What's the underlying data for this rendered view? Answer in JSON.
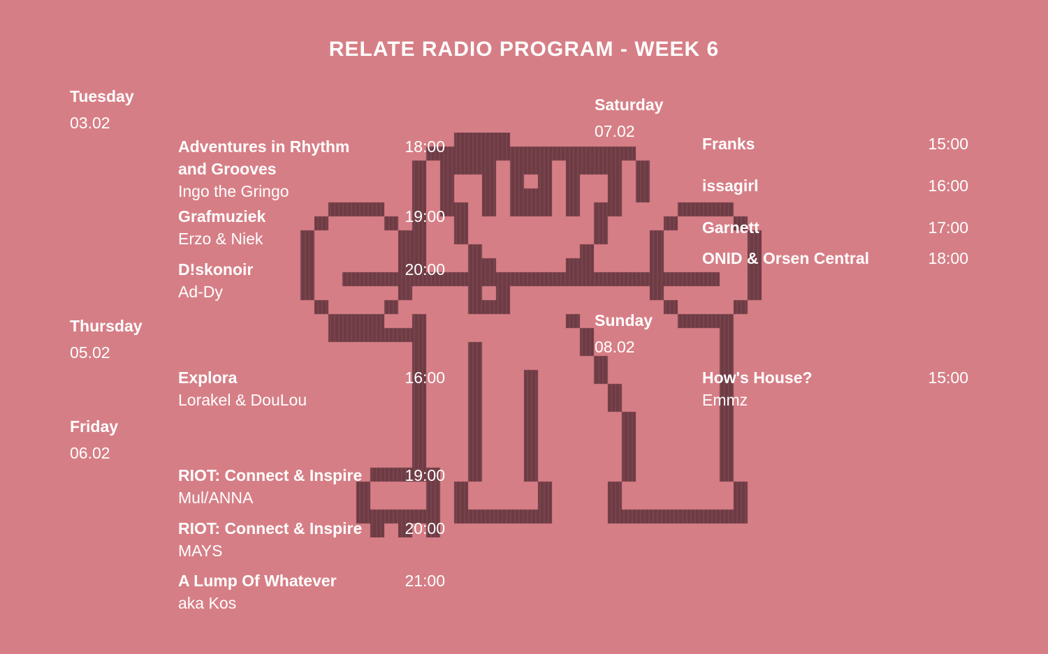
{
  "title": "RELATE RADIO PROGRAM - WEEK 6",
  "colors": {
    "background": "#d67e86",
    "pixel_art": "#6e3a43",
    "text": "#ffffff"
  },
  "days": {
    "tuesday": {
      "label": "Tuesday",
      "date": "03.02"
    },
    "thursday": {
      "label": "Thursday",
      "date": "05.02"
    },
    "friday": {
      "label": "Friday",
      "date": "06.02"
    },
    "saturday": {
      "label": "Saturday",
      "date": "07.02"
    },
    "sunday": {
      "label": "Sunday",
      "date": "08.02"
    }
  },
  "shows": {
    "left": [
      {
        "name": "Adventures in Rhythm\nand Grooves",
        "artist": "Ingo the Gringo",
        "time": "18:00"
      },
      {
        "name": "Grafmuziek",
        "artist": "Erzo & Niek",
        "time": "19:00"
      },
      {
        "name": "D!skonoir",
        "artist": "Ad-Dy",
        "time": "20:00"
      },
      {
        "name": "Explora",
        "artist": "Lorakel & DouLou",
        "time": "16:00"
      },
      {
        "name": "RIOT: Connect & Inspire",
        "artist": "Mul/ANNA",
        "time": "19:00"
      },
      {
        "name": "RIOT: Connect & Inspire",
        "artist": "MAYS",
        "time": "20:00"
      },
      {
        "name": "A Lump Of Whatever",
        "artist": "aka Kos",
        "time": "21:00"
      }
    ],
    "right": [
      {
        "name": "Franks",
        "time": "15:00"
      },
      {
        "name": "issagirl",
        "time": "16:00"
      },
      {
        "name": "Garnett",
        "time": "17:00"
      },
      {
        "name": "ONID & Orsen Central",
        "time": "18:00"
      },
      {
        "name": "How's House?",
        "artist": "Emmz",
        "time": "15:00"
      }
    ]
  },
  "pixel_art": {
    "icon": "gorilla-pixel-art",
    "cell_size": 20,
    "grid": [
      "............####...................",
      "..........###############..........",
      ".........#.####.###.####.#.........",
      ".........#.#..#.#.#.#..#.#.........",
      ".........#.#..#.###.#..#.#.........",
      "...####..#.##.#.###.#.##....####...",
      "..#....#.#..#.........#....#....#..",
      ".#......##..#.........#...#......#.",
      ".#......##...#.......#....#......#.",
      ".#......##...##.....##....#......#.",
      ".#..###########################..#.",
      ".#......#....#.#..........#......#.",
      "..#....#.....###...........#....#..",
      "...####..#..........#.......####...",
      "...#######...........#.........#...",
      ".........#...#.......#.........#...",
      ".........#...#........#........#...",
      ".........#...#...#....#........#...",
      ".........#...#...#.....#.......#...",
      ".........#...#...#.....#.......#...",
      ".........#...#...#......#......#...",
      ".........#...#...#......#......#...",
      ".........#...#...#......#......#...",
      ".........#...#...#......#......#...",
      "......#####..#...#......#......#...",
      ".....#....#.#.....#....#........#..",
      ".....#....#.#.....#....#........#..",
      ".....######.#######....##########..",
      "......#.#.#........................"
    ]
  }
}
